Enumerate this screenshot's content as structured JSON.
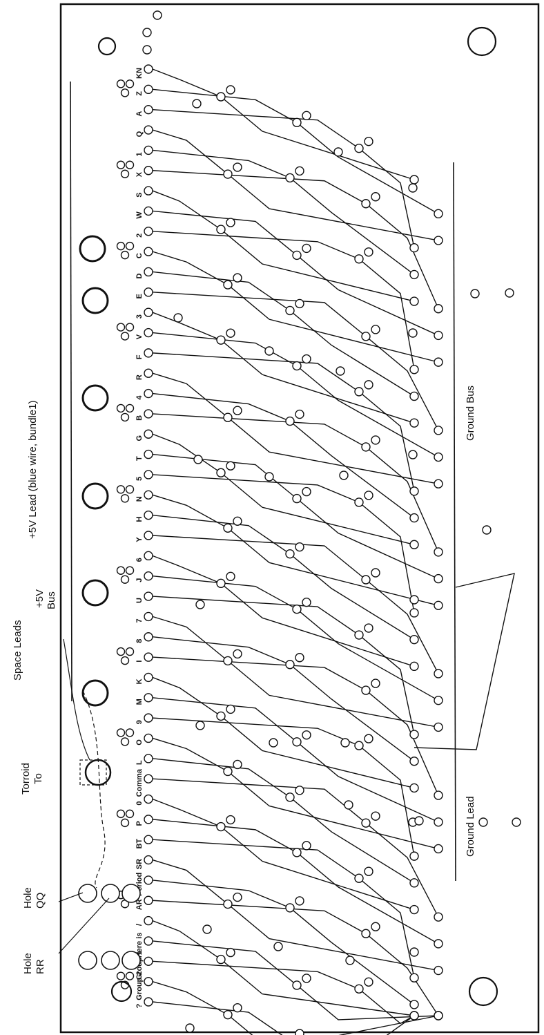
{
  "labels": {
    "space_leads": "Space Leads",
    "plus5v_bus_1": "+5V",
    "plus5v_bus_2": "Bus",
    "plus5v_lead": "+5V Lead  (blue wire, bundle1)",
    "toroid_1": "Torroid",
    "toroid_2": "To",
    "hole_qq_1": "Hole",
    "hole_qq_2": "QQ",
    "hole_rr_1": "Hole",
    "hole_rr_2": "RR",
    "ground_bus": "Ground Bus",
    "ground_lead": "Ground Lead"
  },
  "keys": [
    "KN",
    "Z",
    "A",
    "Q",
    "1",
    "X",
    "S",
    "W",
    "2",
    "C",
    "D",
    "E",
    "3",
    "V",
    "F",
    "R",
    "4",
    "B",
    "G",
    "T",
    "5",
    "N",
    "H",
    "Y",
    "6",
    "J",
    "U",
    "7",
    "8",
    "I",
    "K",
    "M",
    "9",
    "O",
    "L",
    "Comma",
    "0",
    "P",
    "BT",
    "SR",
    "Period",
    "AR",
    "/",
    "Here is",
    "Group 1",
    "Group 2",
    "?"
  ],
  "colors": {
    "ink": "#111111",
    "paper": "#ffffff"
  }
}
